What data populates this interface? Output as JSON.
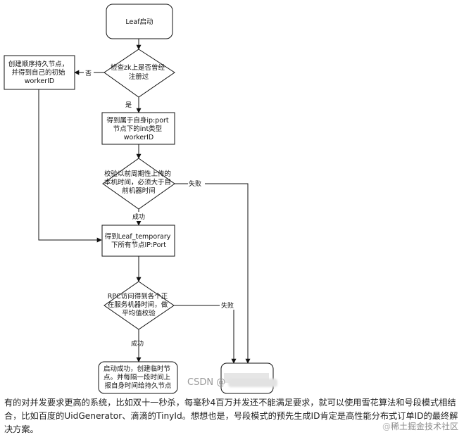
{
  "diagram": {
    "nodes": {
      "start": "Leaf启动",
      "check_zk": [
        "检查zk上是否曾经",
        "注册过"
      ],
      "create_node": [
        "创建顺序持久节点，",
        "并得到自己的初始",
        "workerID"
      ],
      "get_worker_id": [
        "得到属于自身ip:port",
        "节点下的int类型",
        "workerID"
      ],
      "check_time": [
        "校验以前周期性上传的",
        "本机时间，必须大于目",
        "前机器时间"
      ],
      "get_nodes": [
        "得到Leaf_temporary",
        "下所有节点IP:Port"
      ],
      "rpc_check": [
        "RPC访问得到各个正",
        "在服务机器时间，做",
        "平均值校验"
      ],
      "start_success": [
        "启动成功，创建临时节",
        "点。并每隔一段时间上",
        "报自身时间给持久节点"
      ],
      "fail_node": ""
    },
    "edges": {
      "no": "否",
      "yes": "是",
      "fail_1": "失败",
      "fail_2": "失败",
      "success_1": "成功",
      "success_2": "成功"
    }
  },
  "watermarks": {
    "csdn": "CSDN @",
    "juejin": "稀土掘金技术社区"
  },
  "article": {
    "text": "有的对并发要求更高的系统，比如双十一秒杀，每毫秒4百万并发还不能满足要求，就可以使用雪花算法和号段模式相结合，比如百度的UidGenerator、滴滴的TinyId。想想也是，号段模式的预先生成ID肯定是高性能分布式订单ID的最终解决方案。"
  }
}
